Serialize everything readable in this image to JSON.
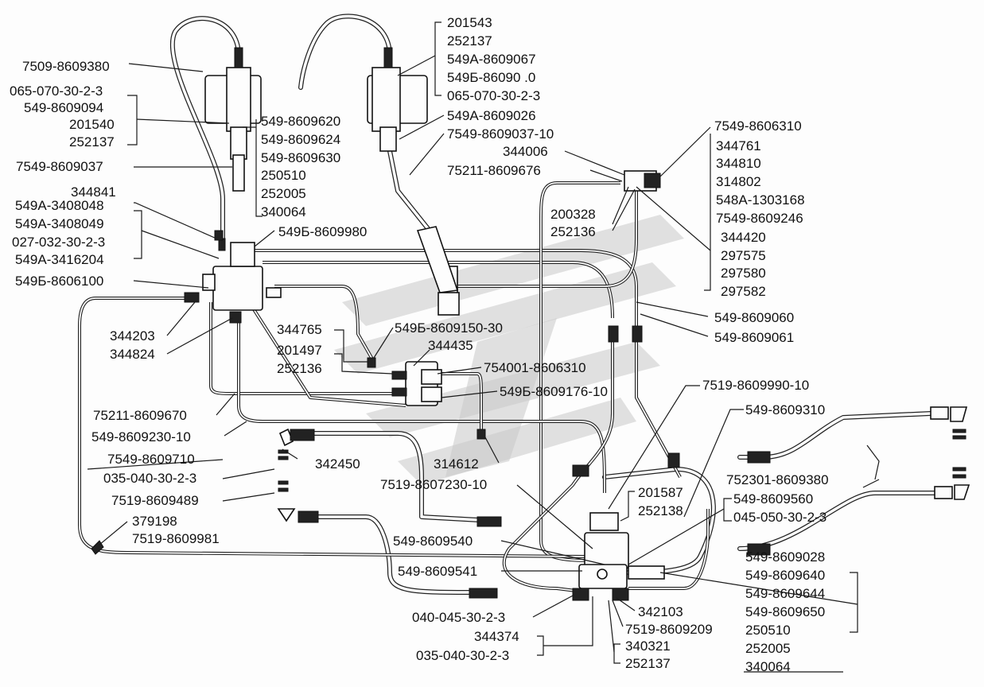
{
  "labels": {
    "l01": "7509-8609380",
    "l02": "065-070-30-2-3",
    "l03": "549-8609094",
    "l04": "201540",
    "l05": "252137",
    "l06": "7549-8609037",
    "l07": "344841",
    "l08": "549А-3408048",
    "l09": "549А-3408049",
    "l10": "027-032-30-2-3",
    "l11": "549А-3416204",
    "l12": "549Б-8606100",
    "l13": "344203",
    "l14": "344824",
    "l15": "75211-8609670",
    "l16": "549-8609230-10",
    "l17": "7549-8609710",
    "l18": "035-040-30-2-3",
    "l19": "7519-8609489",
    "l20": "379198",
    "l21": "7519-8609981",
    "l22": "201543",
    "l23": "252137",
    "l24": "549А-8609067",
    "l25": "549Б-86090 .0",
    "l26": "065-070-30-2-3",
    "l27": "549-8609620",
    "l28": "549-8609624",
    "l29": "549-8609630",
    "l30": "250510",
    "l31": "252005",
    "l32": "340064",
    "l33": "549А-8609026",
    "l34": "7549-8609037-10",
    "l35": "549Б-8609980",
    "l36": "344006",
    "l37": "75211-8609676",
    "l38": "7549-8606310",
    "l39": "344761",
    "l40": "344810",
    "l41": "314802",
    "l42": "548А-1303168",
    "l43": "7549-8609246",
    "l44": "344420",
    "l45": "297575",
    "l46": "297580",
    "l47": "297582",
    "l48": "200328",
    "l49": "252136",
    "l50": "549-8609060",
    "l51": "549-8609061",
    "l52": "344765",
    "l53": "549Б-8609150-30",
    "l54": "344435",
    "l55": "201497",
    "l56": "252136",
    "l57": "754001-8606310",
    "l58": "549Б-8609176-10",
    "l59": "7519-8609990-10",
    "l60": "549-8609310",
    "l61": "342450",
    "l62": "314612",
    "l63": "7519-8607230-10",
    "l64": "201587",
    "l65": "252138",
    "l66": "752301-8609380",
    "l67": "549-8609560",
    "l68": "045-050-30-2-3",
    "l69": "549-8609540",
    "l70": "549-8609541",
    "l71": "549-8609028",
    "l72": "549-8609640",
    "l73": "549-8609644",
    "l74": "549-8609650",
    "l75": "250510",
    "l76": "252005",
    "l77": "340064",
    "l78": "040-045-30-2-3",
    "l79": "344374",
    "l80": "035-040-30-2-3",
    "l81": "342103",
    "l82": "7519-8609209",
    "l83": "340321",
    "l84": "252137"
  }
}
